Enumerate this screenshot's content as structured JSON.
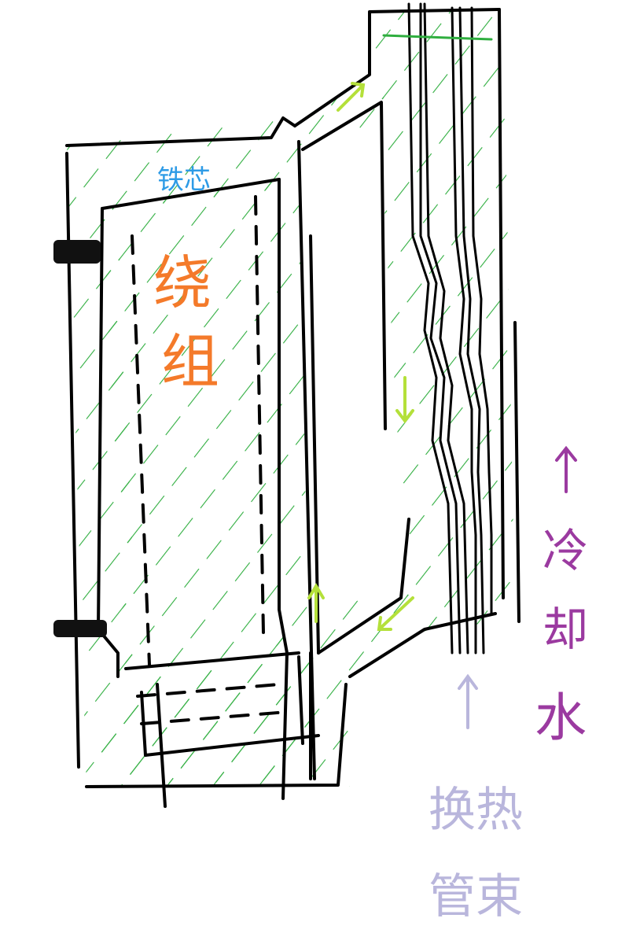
{
  "labels": {
    "core": "铁芯",
    "winding": "绕组",
    "cooling_water": "冷却水",
    "heat_exchanger": "换热管束"
  },
  "colors": {
    "core_label": "#2e9be6",
    "winding_label": "#f47a2a",
    "cooling_water_label": "#9b3aa0",
    "heat_exchanger_label": "#b9b6dc",
    "hatch": "#2fae3f",
    "flow_arrow": "#b4e03a",
    "outline": "#000000"
  },
  "icons": {
    "cooling_arrow": "up-arrow-icon",
    "exchanger_arrow": "up-arrow-icon",
    "flow_arrows": "flow-arrow-icon"
  }
}
